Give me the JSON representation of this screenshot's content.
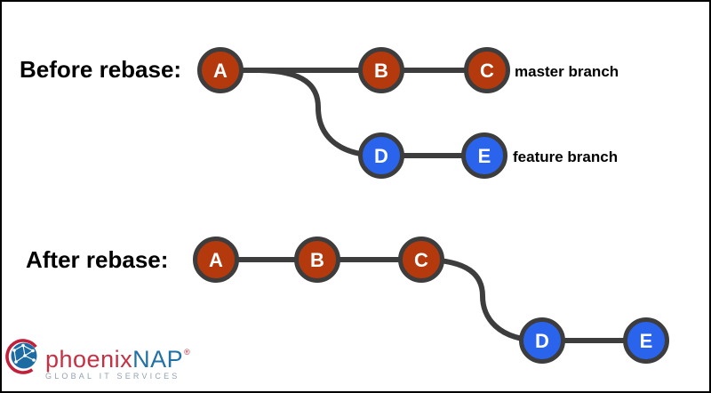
{
  "page": {
    "background": "#ffffff",
    "border_color": "#000000"
  },
  "diagram": {
    "colors": {
      "master_commit_fill": "#b43a0e",
      "feature_commit_fill": "#2b64ec",
      "edge": "#3d3d3d",
      "commit_letter": "#ffffff",
      "label_text": "#000000"
    },
    "before": {
      "section_label": "Before rebase:",
      "master_branch_label": "master branch",
      "feature_branch_label": "feature branch",
      "master_commits": [
        "A",
        "B",
        "C"
      ],
      "feature_commits": [
        "D",
        "E"
      ]
    },
    "after": {
      "section_label": "After rebase:",
      "master_commits": [
        "A",
        "B",
        "C"
      ],
      "feature_commits": [
        "D",
        "E"
      ]
    }
  },
  "logo": {
    "brand_first": "phoenix",
    "brand_second": "NAP",
    "trademark": "®",
    "tagline": "GLOBAL IT SERVICES",
    "colors": {
      "brand_first": "#c63042",
      "brand_second": "#2271a6",
      "tagline": "#93a2b2",
      "globe_blue": "#1d6ba3",
      "swoosh_red": "#c2203a"
    }
  }
}
